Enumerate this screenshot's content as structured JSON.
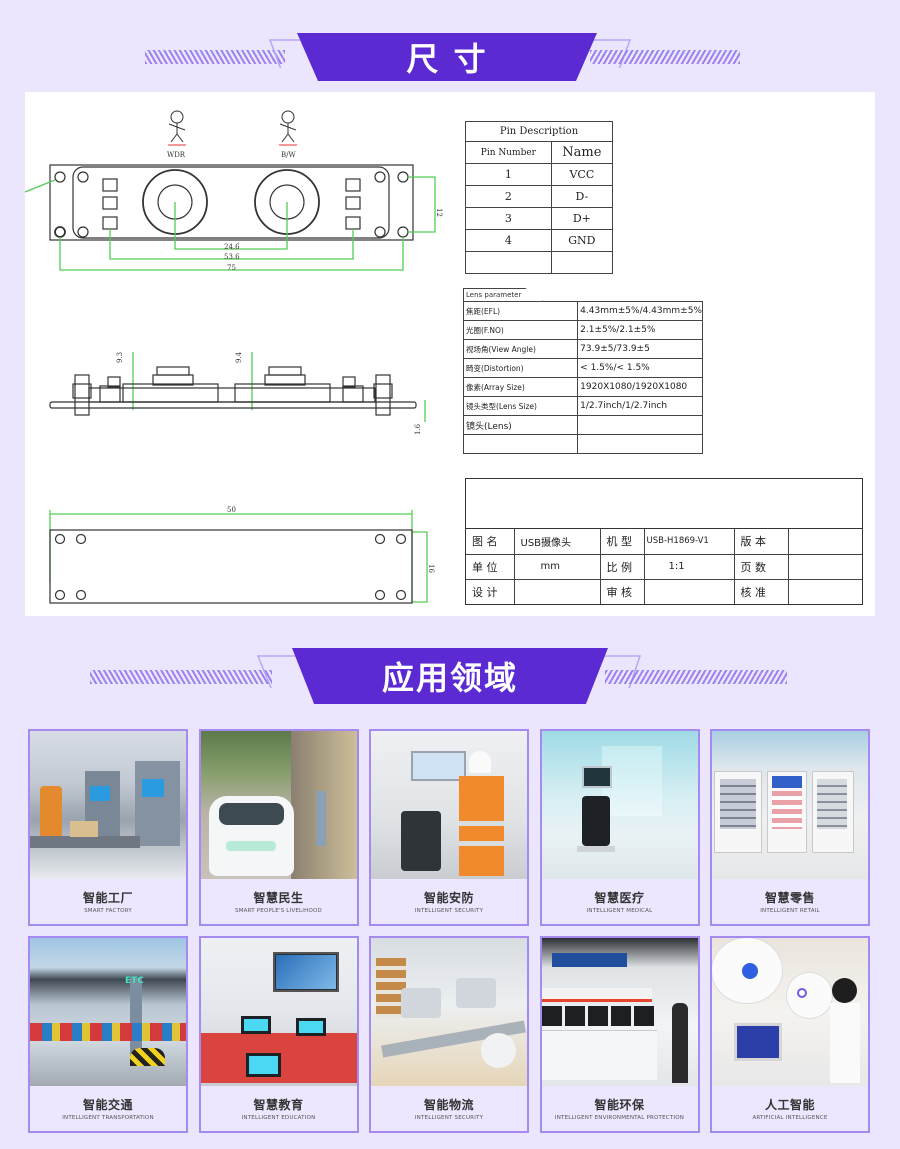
{
  "sections": {
    "size": {
      "title": "尺 寸"
    },
    "application": {
      "title": "应用领域"
    }
  },
  "colors": {
    "background": "#ebe6fd",
    "banner_purple": "#5b2ad3",
    "stripe": "#9b82ee",
    "card_border": "#a58bef",
    "dimension_green": "#55cc55"
  },
  "drawing": {
    "sensor_labels": [
      "WDR",
      "B/W"
    ],
    "dimensions": {
      "lens_spacing": "24.6",
      "pad_spacing": "53.6",
      "hole_spacing": "75",
      "height_right": "12",
      "height_left_9_3": "9.3",
      "height_right_9_4": "9.4",
      "board_thickness": "1.6",
      "bottom_width": "50",
      "bottom_height": "16"
    },
    "pin_table": {
      "title": "Pin Description",
      "headers": [
        "Pin Number",
        "Name"
      ],
      "rows": [
        {
          "num": "1",
          "name": "VCC"
        },
        {
          "num": "2",
          "name": "D-"
        },
        {
          "num": "3",
          "name": "D+"
        },
        {
          "num": "4",
          "name": "GND"
        },
        {
          "num": "",
          "name": ""
        }
      ]
    },
    "lens_params": {
      "title": "Lens parameter",
      "rows": [
        {
          "key": "焦距(EFL)",
          "value": "4.43mm±5%/4.43mm±5%"
        },
        {
          "key": "光圈(F.NO)",
          "value": "2.1±5%/2.1±5%"
        },
        {
          "key": "视场角(View Angle)",
          "value": "73.9±5/73.9±5"
        },
        {
          "key": "畸变(Distortion)",
          "value": "< 1.5%/< 1.5%"
        },
        {
          "key": "像素(Array Size)",
          "value": "1920X1080/1920X1080"
        },
        {
          "key": "镜头类型(Lens Size)",
          "value": "1/2.7inch/1/2.7inch"
        },
        {
          "key": "镜头(Lens)",
          "value": ""
        }
      ]
    },
    "title_block": {
      "rows": [
        [
          "图 名",
          "USB摄像头",
          "机 型",
          "USB-H1869-V1",
          "版 本",
          ""
        ],
        [
          "单 位",
          "mm",
          "比 例",
          "1:1",
          "页 数",
          ""
        ],
        [
          "设 计",
          "",
          "审 核",
          "",
          "核 准",
          ""
        ]
      ]
    }
  },
  "applications": [
    {
      "cn": "智能工厂",
      "en": "SMART FACTORY",
      "scene": "factory"
    },
    {
      "cn": "智慧民生",
      "en": "SMART PEOPLE'S LIVELIHOOD",
      "scene": "ev-charging"
    },
    {
      "cn": "智能安防",
      "en": "INTELLIGENT SECURITY",
      "scene": "control-room"
    },
    {
      "cn": "智慧医疗",
      "en": "INTELLIGENT MEDICAL",
      "scene": "hospital"
    },
    {
      "cn": "智慧零售",
      "en": "INTELLIGENT RETAIL",
      "scene": "vending"
    },
    {
      "cn": "智能交通",
      "en": "INTELLIGENT TRANSPORTATION",
      "scene": "etc-toll"
    },
    {
      "cn": "智慧教育",
      "en": "INTELLIGENT EDUCATION",
      "scene": "classroom"
    },
    {
      "cn": "智能物流",
      "en": "INTELLIGENT SECURITY",
      "scene": "logistics"
    },
    {
      "cn": "智能环保",
      "en": "INTELLIGENT ENVIRONMENTAL PROTECTION",
      "scene": "recycling"
    },
    {
      "cn": "人工智能",
      "en": "ARTIFICIAL INTELLIGENCE",
      "scene": "robots"
    }
  ]
}
